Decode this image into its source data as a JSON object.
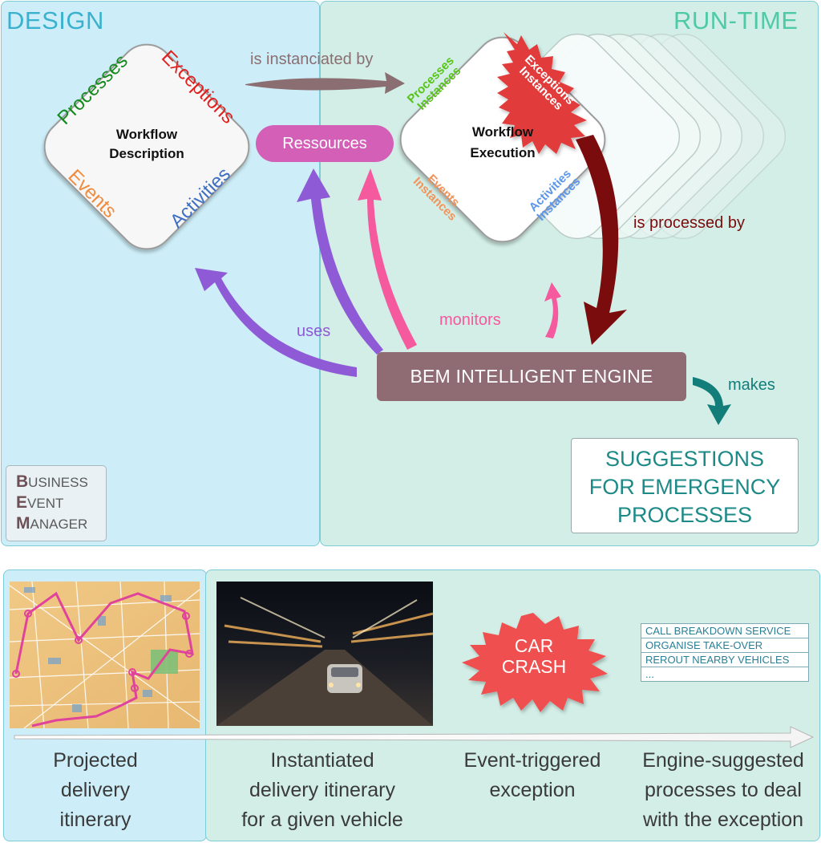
{
  "design_title": "DESIGN",
  "runtime_title": "RUN-TIME",
  "bem_logo": [
    "Business",
    "Event",
    "Manager"
  ],
  "workflow_description": {
    "title_line1": "Workflow",
    "title_line2": "Description",
    "processes": "Processes",
    "exceptions": "Exceptions",
    "events": "Events",
    "activities": "Activities"
  },
  "workflow_execution": {
    "title_line1": "Workflow",
    "title_line2": "Execution",
    "processes_instances_line1": "Processes",
    "processes_instances_line2": "Instances",
    "exceptions_instances_line1": "Exceptions",
    "exceptions_instances_line2": "Instances",
    "events_instances_line1": "Events",
    "events_instances_line2": "Instances",
    "activities_instances_line1": "Activities",
    "activities_instances_line2": "Instances"
  },
  "ressources": "Ressources",
  "engine": "BEM INTELLIGENT ENGINE",
  "suggestions": [
    "SUGGESTIONS",
    "FOR EMERGENCY",
    "PROCESSES"
  ],
  "edge_labels": {
    "instanciated": "is instanciated by",
    "processed": "is processed by",
    "uses": "uses",
    "monitors": "monitors",
    "makes": "makes"
  },
  "car_crash": [
    "CAR",
    "CRASH"
  ],
  "suggestion_list": [
    "CALL BREAKDOWN SERVICE",
    "ORGANISE TAKE-OVER",
    "REROUT NEARBY VEHICLES",
    "..."
  ],
  "captions": [
    [
      "Projected",
      "delivery",
      "itinerary"
    ],
    [
      "Instantiated",
      "delivery itinerary",
      "for a given vehicle"
    ],
    [
      "Event-triggered",
      "exception"
    ],
    [
      "Engine-suggested",
      "processes to deal",
      "with the exception"
    ]
  ],
  "colors": {
    "processes": "#138a1e",
    "exceptions": "#e0201e",
    "events": "#f08a3c",
    "activities": "#3f6fc3",
    "processes_instances": "#58c318",
    "events_instances": "#f2935a",
    "activities_instances": "#5c96e8",
    "ressources": "#d35fb7",
    "engine": "#8f6b73",
    "instanciated_arrow": "#8a6e72",
    "processed_arrow": "#7a0c0e",
    "uses_arrow": "#8f5ad6",
    "monitors_arrow": "#f45a9d",
    "makes_arrow": "#137d7a",
    "suggestions_text": "#1d8a87",
    "crash_burst": "#ef4f50"
  }
}
